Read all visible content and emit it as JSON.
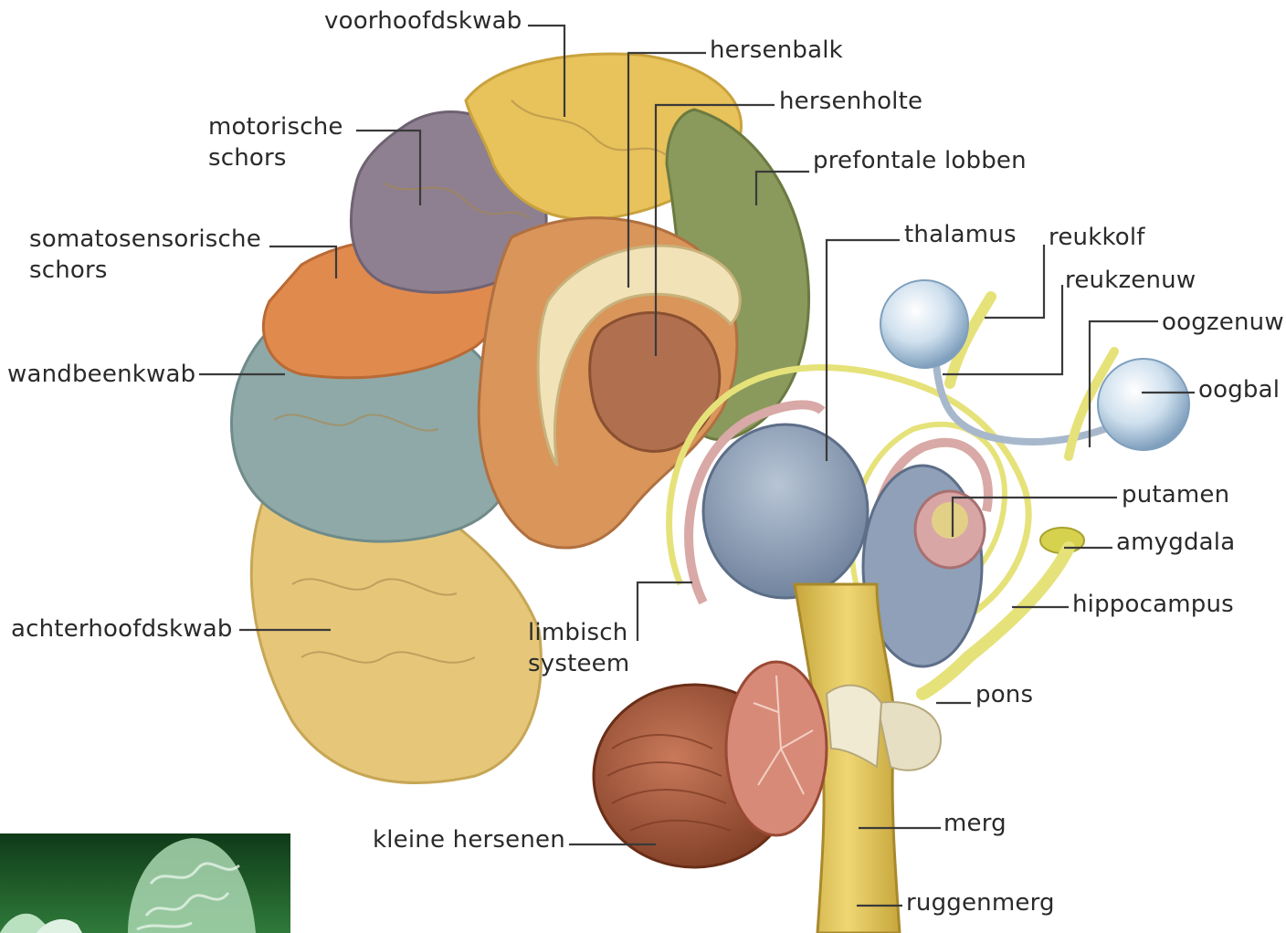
{
  "labels": {
    "voorhoofdskwab": "voorhoofdskwab",
    "hersenbalk": "hersenbalk",
    "hersenholte": "hersenholte",
    "motorische_schors_1": "motorische",
    "motorische_schors_2": "schors",
    "prefontale_lobben": "prefontale lobben",
    "somatosensorische_schors_1": "somatosensorische",
    "somatosensorische_schors_2": "schors",
    "thalamus": "thalamus",
    "reukkolf": "reukkolf",
    "reukzenuw": "reukzenuw",
    "oogzenuw": "oogzenuw",
    "wandbeenkwab": "wandbeenkwab",
    "oogbal": "oogbal",
    "putamen": "putamen",
    "amygdala": "amygdala",
    "hippocampus": "hippocampus",
    "achterhoofdskwab": "achterhoofdskwab",
    "limbisch_systeem_1": "limbisch",
    "limbisch_systeem_2": "systeem",
    "pons": "pons",
    "merg": "merg",
    "kleine_hersenen": "kleine hersenen",
    "ruggenmerg": "ruggenmerg"
  },
  "colors": {
    "frontal": "#e8c25a",
    "motor": "#8e8090",
    "somatosensory": "#e08a4e",
    "parietal": "#8fa9a8",
    "occipital": "#e6c77a",
    "prefrontal": "#8a9a5c",
    "inner": "#d9955a",
    "corpus_callosum": "#f1e2b8",
    "ventricle": "#b07050",
    "thalamus": "#8fa0b8",
    "limbic": "#e6e27a",
    "pink_arc": "#d8a9a6",
    "eyeball": "#c9dbea",
    "brainstem": "#e3c85c",
    "cerebellum": "#a35a3c",
    "thumb_green": "#1f5a2a"
  }
}
